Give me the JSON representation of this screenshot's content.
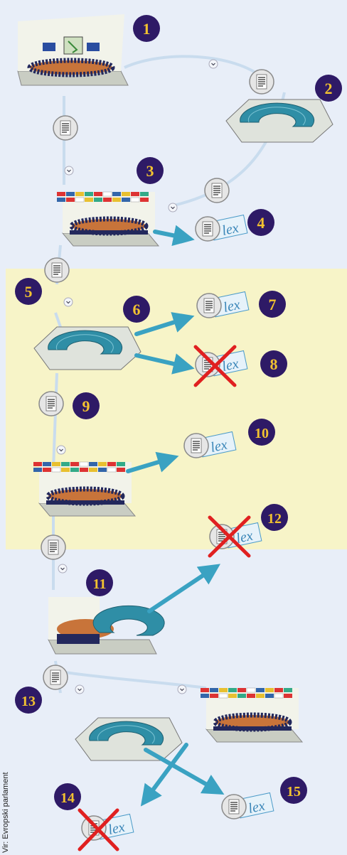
{
  "steps": [
    "1",
    "2",
    "3",
    "4",
    "5",
    "6",
    "7",
    "8",
    "9",
    "10",
    "11",
    "12",
    "13",
    "14",
    "15"
  ],
  "lex_label": "lex",
  "source_caption": "Vir: Evropski parlament",
  "colors": {
    "background": "#e8eef8",
    "highlight_band": "#f7f4c8",
    "badge_fill": "#2e1a66",
    "badge_text": "#f2c230",
    "arrow": "#3aa2c2",
    "path_line": "#c9dcee",
    "hemicycle": "#2f8ea6",
    "reject_cross": "#e02020"
  },
  "icons": [
    "council-chamber-icon",
    "parliament-hemicycle-icon",
    "document-icon",
    "lex-stamp-icon",
    "reject-cross-icon",
    "flag-icon"
  ]
}
